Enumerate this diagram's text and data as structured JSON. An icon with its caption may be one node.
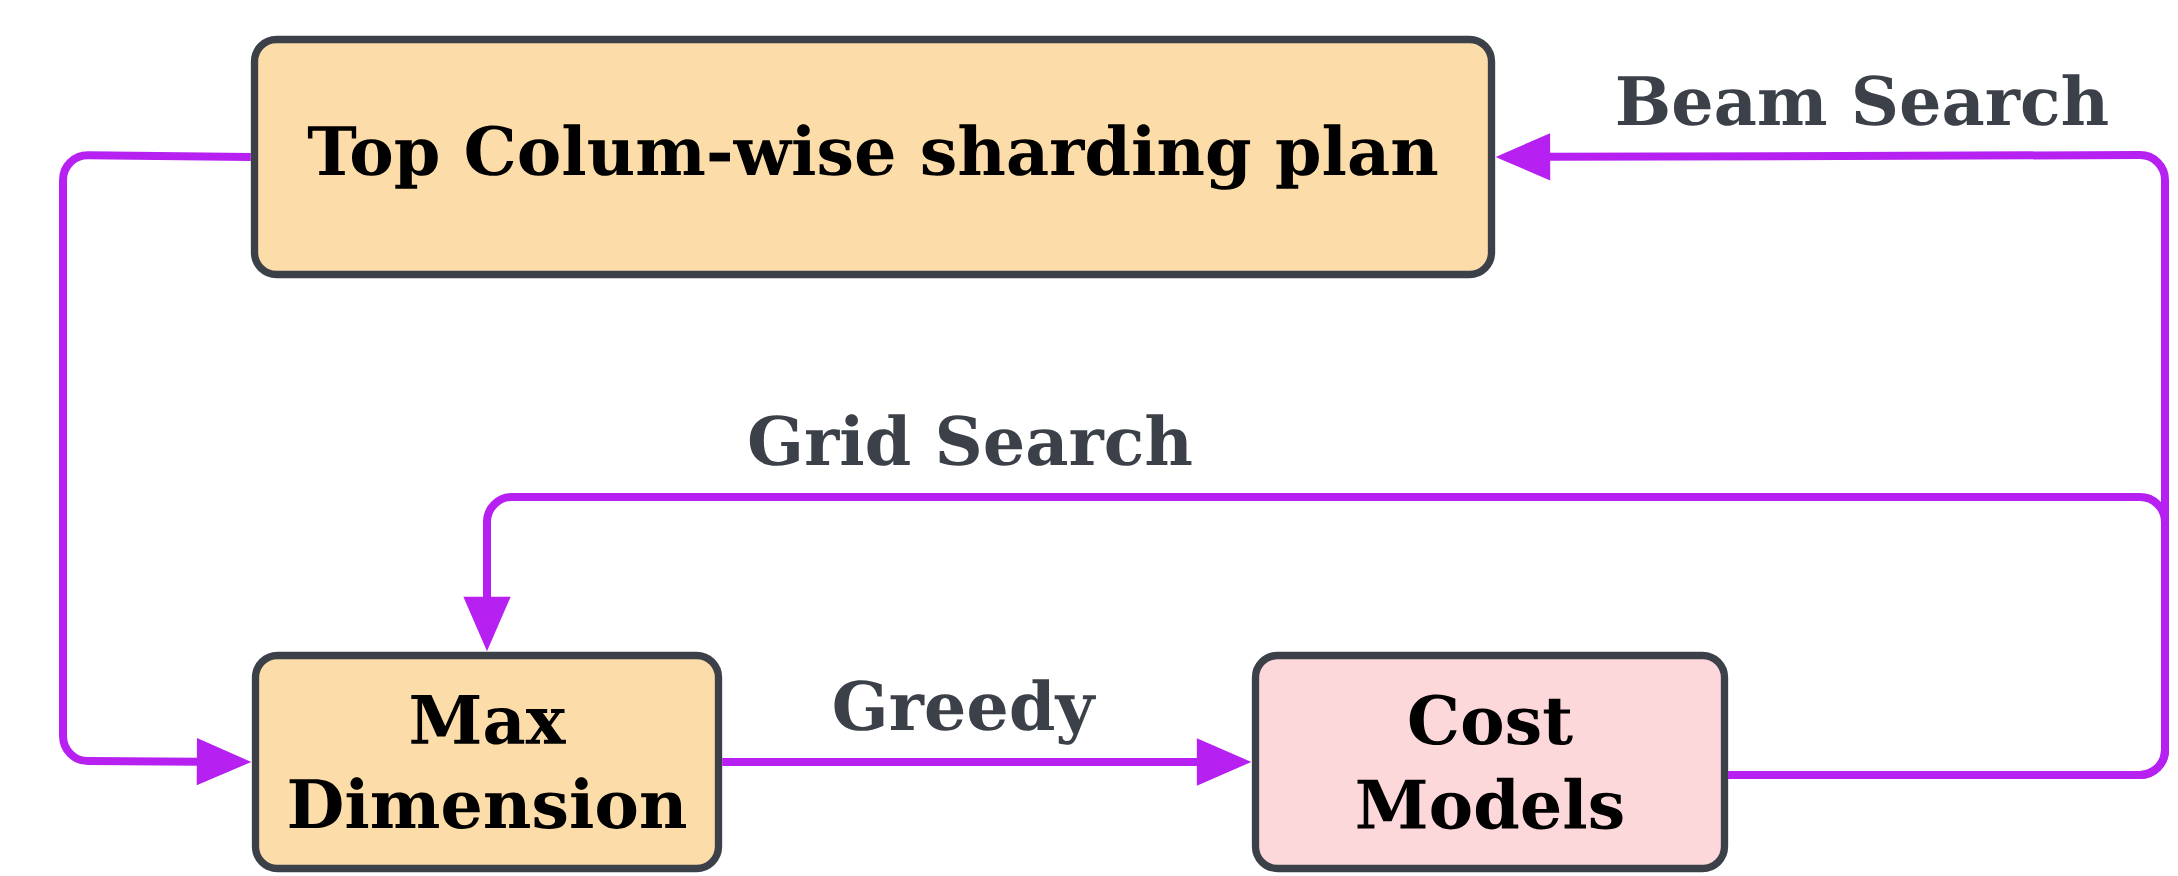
{
  "diagram": {
    "nodes": [
      {
        "text": [
          "Top Colum-wise sharding plan"
        ]
      },
      {
        "text": [
          "Max Dimension"
        ]
      },
      {
        "text": [
          "Cost Models"
        ]
      }
    ],
    "edges": [
      {
        "from": 0,
        "to": 1,
        "arrow": "to"
      },
      {
        "from": 1,
        "to": 2,
        "arrow": "to",
        "label": "Greedy"
      },
      {
        "from": 2,
        "to": 1,
        "arrow": "to",
        "label": "Grid Search"
      },
      {
        "from": 2,
        "to": 0,
        "arrow": "to",
        "label": "Beam Search"
      }
    ]
  }
}
